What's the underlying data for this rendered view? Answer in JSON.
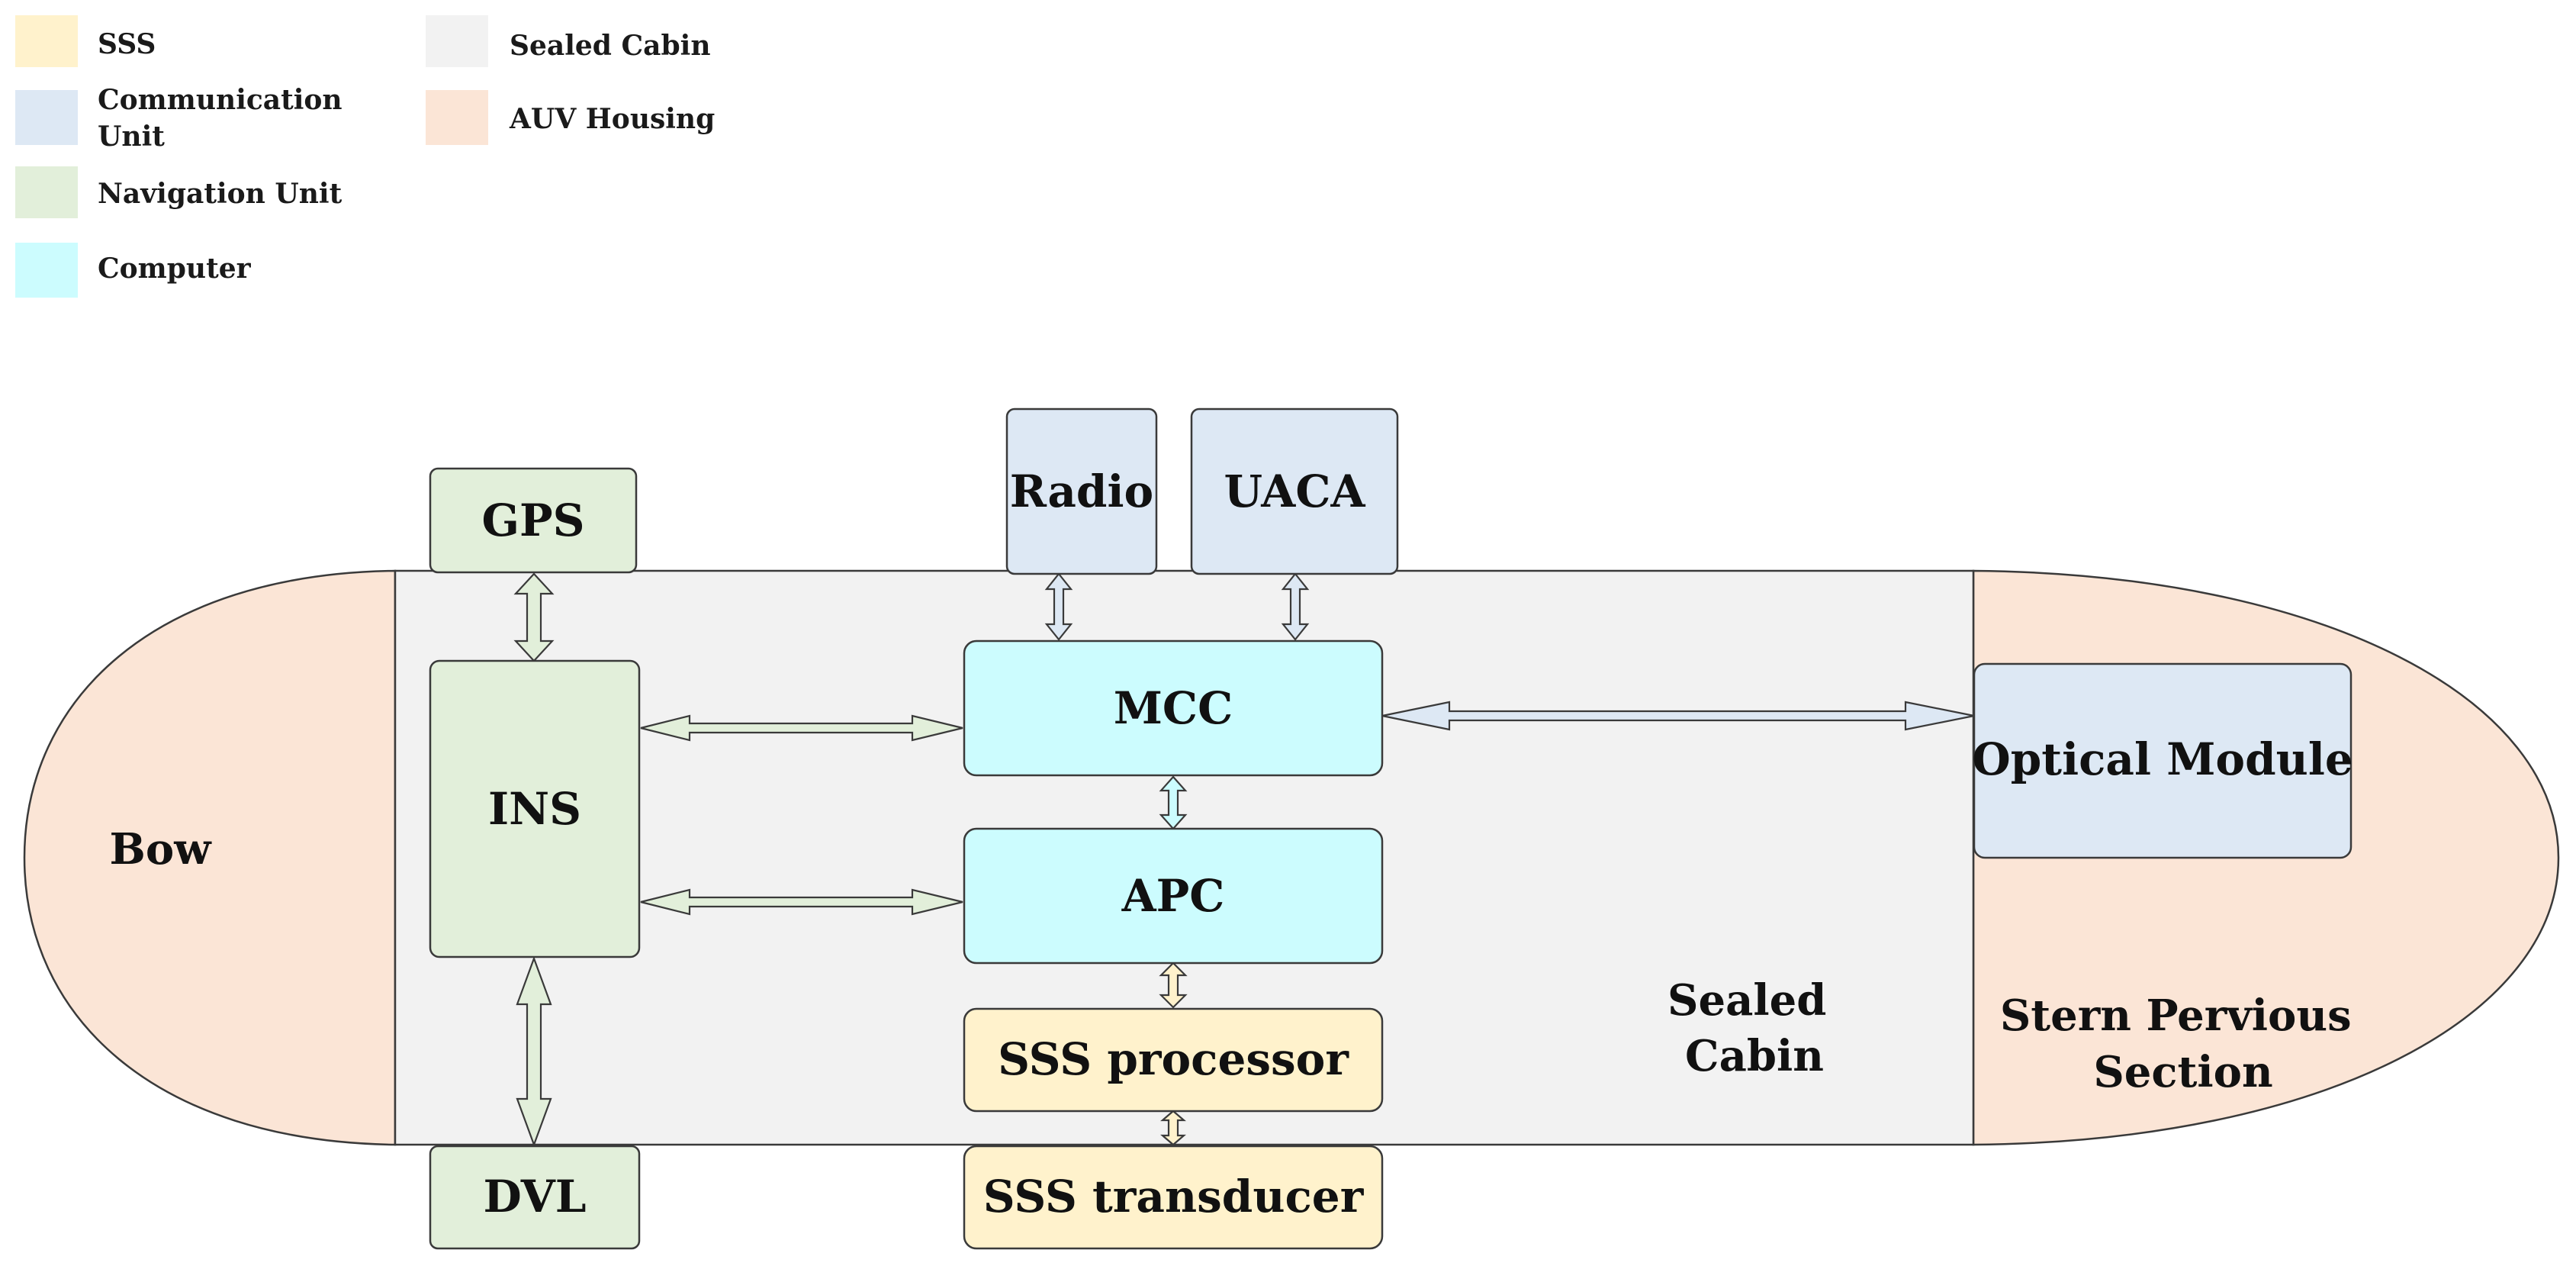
{
  "colors": {
    "sss": "#fff2cc",
    "communication": "#dde8f4",
    "navigation": "#e2efda",
    "computer": "#ccfcfe",
    "sealed_cabin": "#f2f2f2",
    "auv_housing": "#fbe5d6"
  },
  "legend": [
    {
      "label": "SSS",
      "color_key": "sss"
    },
    {
      "label": "Communication Unit",
      "color_key": "communication"
    },
    {
      "label": "Navigation Unit",
      "color_key": "navigation"
    },
    {
      "label": "Computer",
      "color_key": "computer"
    },
    {
      "label": "Sealed Cabin",
      "color_key": "sealed_cabin"
    },
    {
      "label": "AUV Housing",
      "color_key": "auv_housing"
    }
  ],
  "regions": {
    "bow": "Bow",
    "sealed_cabin": "Sealed Cabin",
    "stern": "Stern Pervious Section"
  },
  "components": {
    "gps": "GPS",
    "ins": "INS",
    "dvl": "DVL",
    "radio": "Radio",
    "uaca": "UACA",
    "mcc": "MCC",
    "apc": "APC",
    "sss_processor": "SSS processor",
    "sss_transducer": "SSS transducer",
    "optical_module": "Optical Module"
  }
}
